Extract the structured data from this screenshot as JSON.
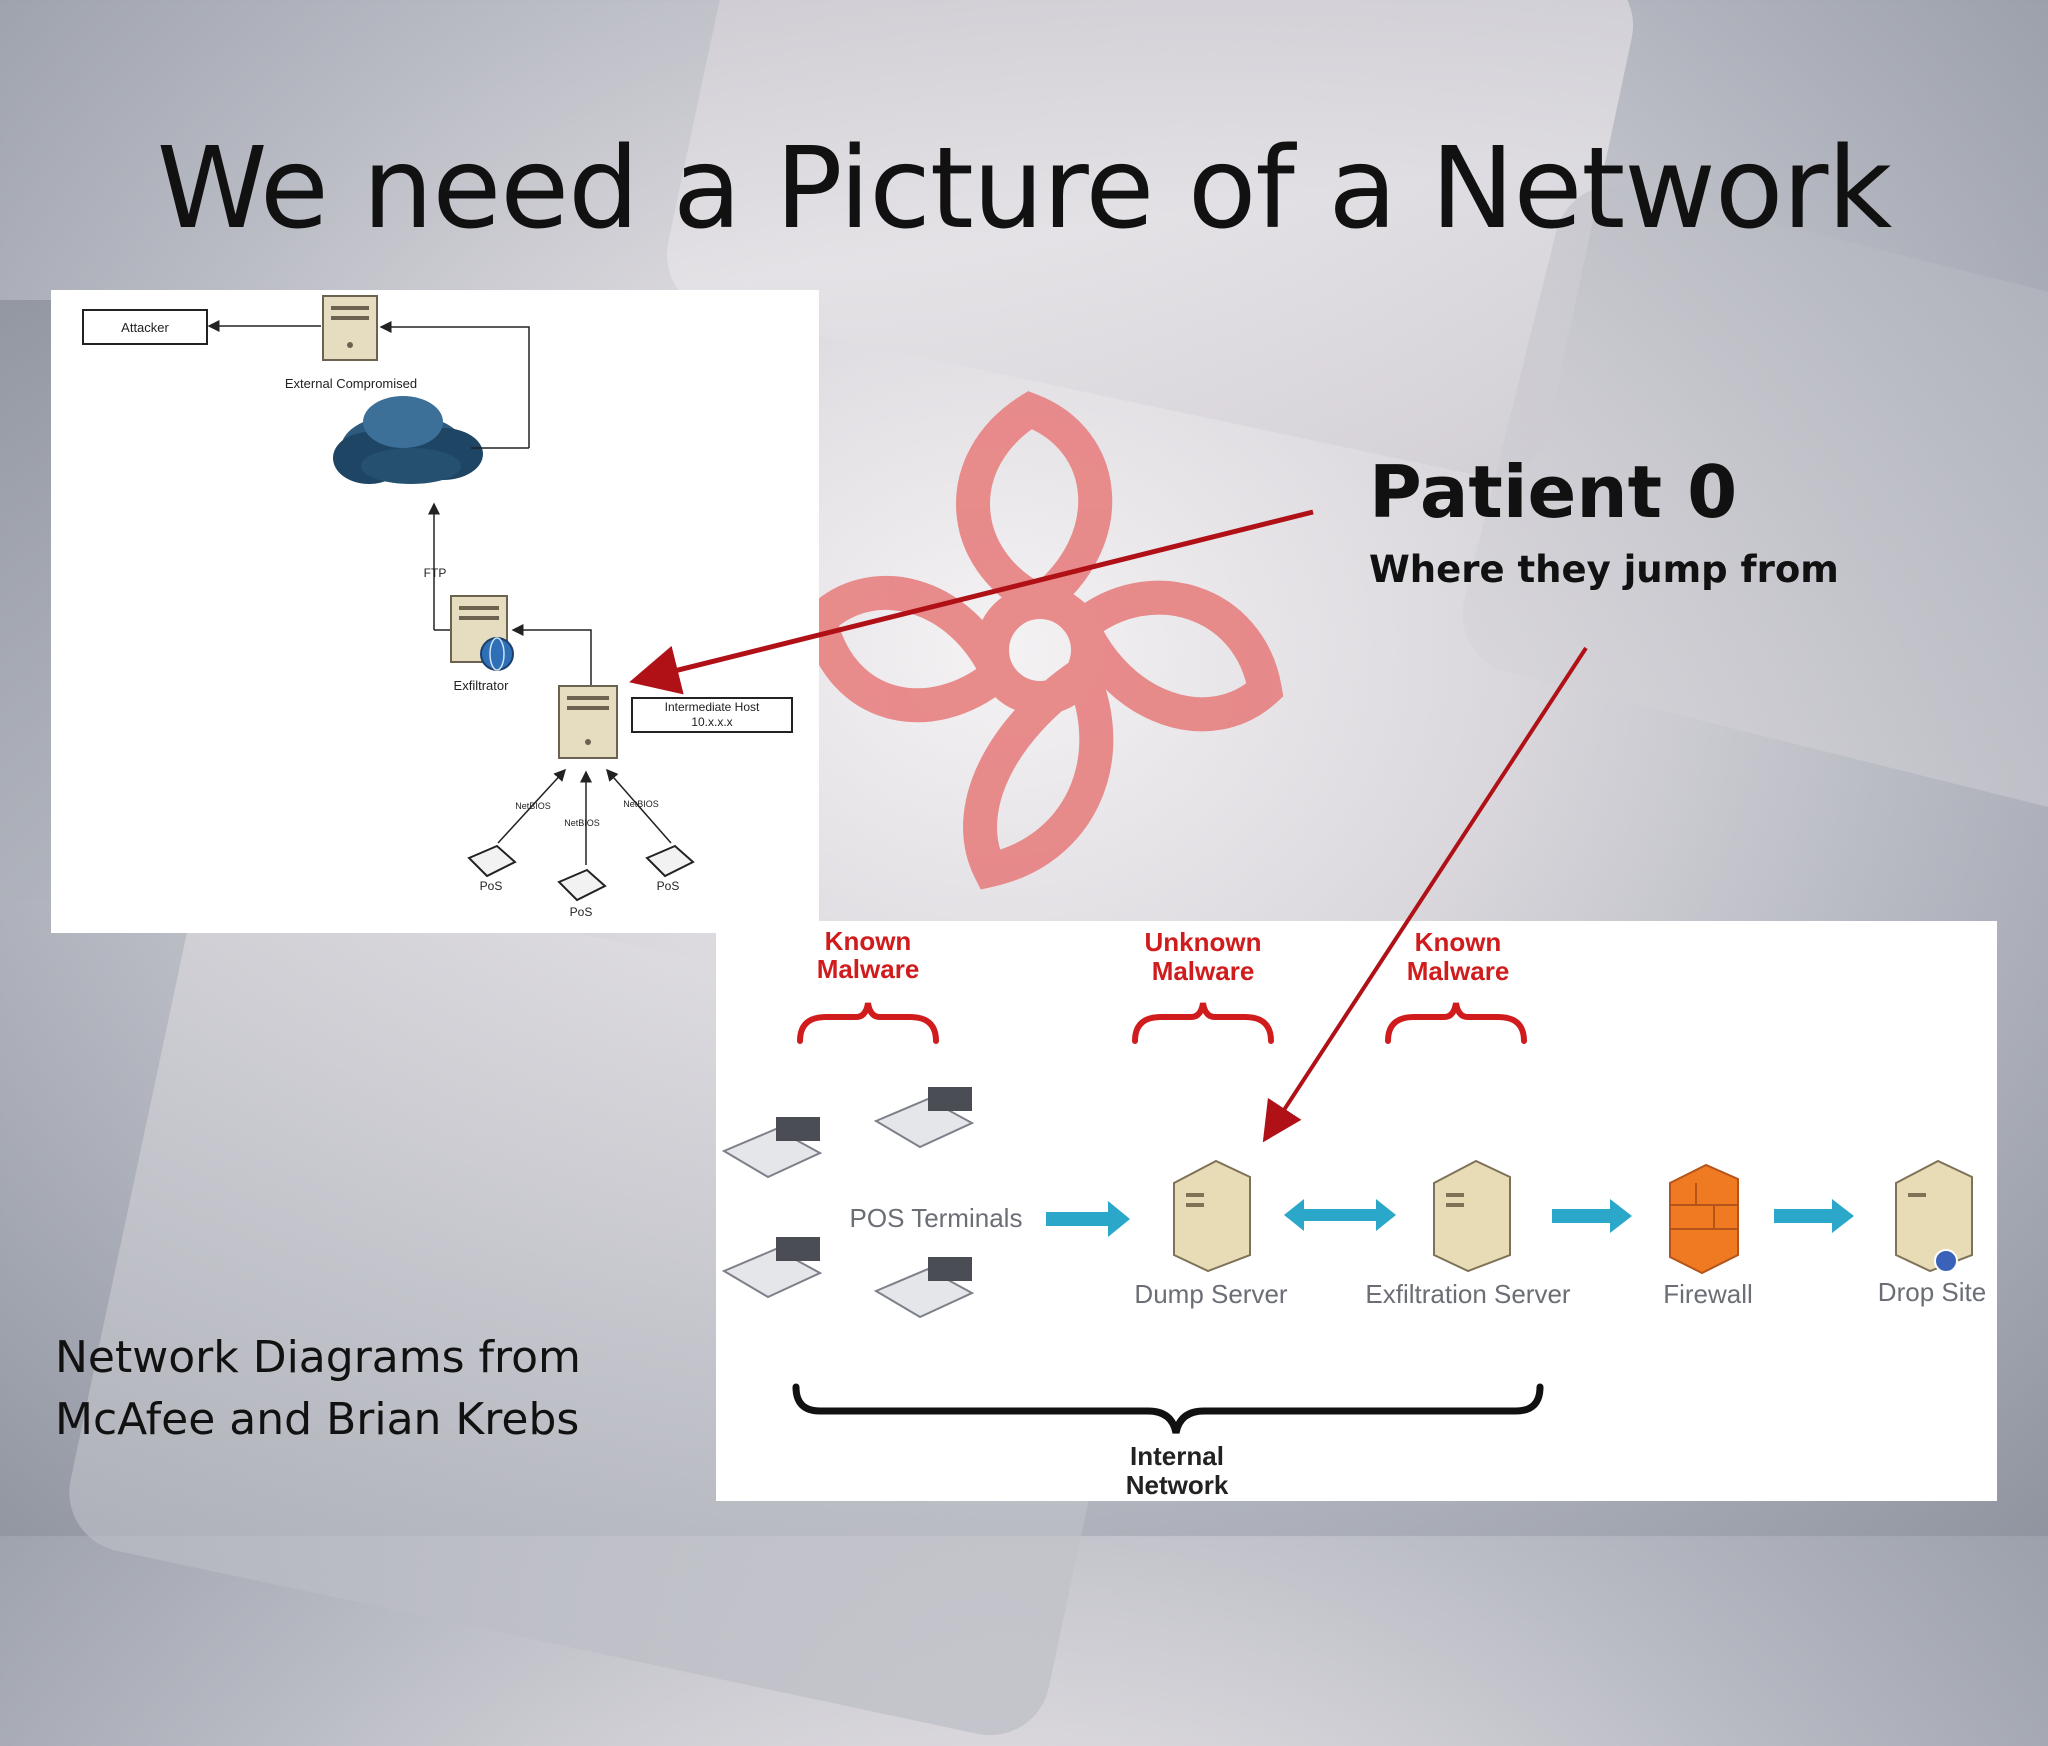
{
  "slide": {
    "title": "We need a Picture of a Network",
    "callout_title": "Patient 0",
    "callout_subtitle": "Where they jump from",
    "credit_line1": "Network Diagrams from",
    "credit_line2": "McAfee and Brian Krebs"
  },
  "mcafee_diagram": {
    "attacker": "Attacker",
    "external": "External Compromised",
    "ftp": "FTP",
    "exfiltrator": "Exfiltrator",
    "intermediate_line1": "Intermediate Host",
    "intermediate_line2": "10.x.x.x",
    "netbios": "NetBIOS",
    "pos": "PoS"
  },
  "krebs_diagram": {
    "known_malware_1_line1": "Known",
    "known_malware_1_line2": "Malware",
    "unknown_malware_line1": "Unknown",
    "unknown_malware_line2": "Malware",
    "known_malware_2_line1": "Known",
    "known_malware_2_line2": "Malware",
    "pos_terminals": "POS Terminals",
    "dump_server": "Dump Server",
    "exfiltration_server": "Exfiltration Server",
    "firewall": "Firewall",
    "drop_site": "Drop Site",
    "internal_line1": "Internal",
    "internal_line2": "Network"
  },
  "colors": {
    "arrow_red": "#b01116",
    "biohazard": "#e77a7a",
    "malware_red": "#d01c1c",
    "flow_arrow": "#2aa7c9",
    "firewall": "#f07a22"
  }
}
